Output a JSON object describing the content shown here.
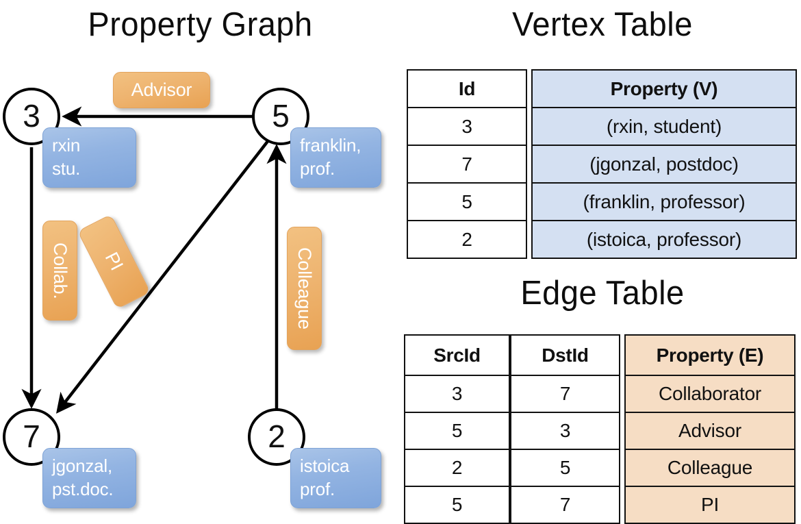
{
  "graph": {
    "title": "Property Graph",
    "nodes": [
      {
        "id": "3",
        "property_lines": [
          "rxin",
          "stu."
        ]
      },
      {
        "id": "5",
        "property_lines": [
          "franklin,",
          "prof."
        ]
      },
      {
        "id": "7",
        "property_lines": [
          "jgonzal,",
          "pst.doc."
        ]
      },
      {
        "id": "2",
        "property_lines": [
          "istoica",
          "prof."
        ]
      }
    ],
    "edge_labels": [
      {
        "label": "Advisor",
        "orientation": "horizontal"
      },
      {
        "label": "Collab.",
        "orientation": "vertical"
      },
      {
        "label": "PI",
        "orientation": "rotated"
      },
      {
        "label": "Colleague",
        "orientation": "vertical"
      }
    ],
    "edges": [
      {
        "from": "5",
        "to": "3",
        "label": "Advisor"
      },
      {
        "from": "3",
        "to": "7",
        "label": "Collab."
      },
      {
        "from": "5",
        "to": "7",
        "label": "PI"
      },
      {
        "from": "2",
        "to": "5",
        "label": "Colleague"
      }
    ]
  },
  "vertex_table": {
    "title": "Vertex Table",
    "headers": [
      "Id",
      "Property (V)"
    ],
    "rows": [
      {
        "id": "3",
        "property": "(rxin, student)"
      },
      {
        "id": "7",
        "property": "(jgonzal, postdoc)"
      },
      {
        "id": "5",
        "property": "(franklin, professor)"
      },
      {
        "id": "2",
        "property": "(istoica, professor)"
      }
    ]
  },
  "edge_table": {
    "title": "Edge Table",
    "headers": [
      "SrcId",
      "DstId",
      "Property (E)"
    ],
    "rows": [
      {
        "src": "3",
        "dst": "7",
        "property": "Collaborator"
      },
      {
        "src": "5",
        "dst": "3",
        "property": "Advisor"
      },
      {
        "src": "2",
        "dst": "5",
        "property": "Colleague"
      },
      {
        "src": "5",
        "dst": "7",
        "property": "PI"
      }
    ]
  },
  "colors": {
    "vertex_property_fill": "#d4e0f2",
    "edge_property_fill": "#f6ddc4",
    "node_box_blue": "#93b4e2",
    "edge_label_orange": "#eeb470",
    "stroke": "#111111",
    "background": "#ffffff"
  }
}
